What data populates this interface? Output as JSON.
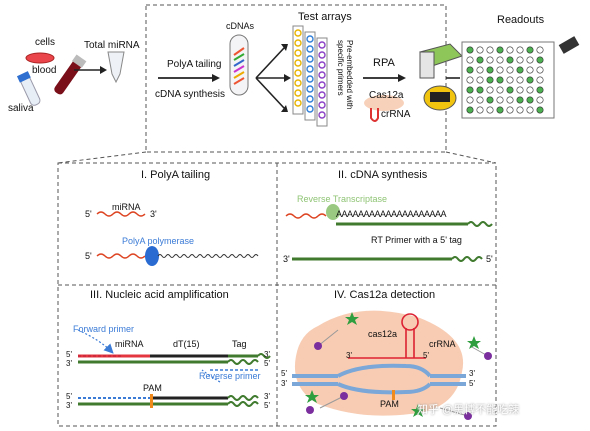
{
  "top": {
    "cells": "cells",
    "blood": "blood",
    "saliva": "saliva",
    "total_mirna": "Total miRNA",
    "polya_tailing": "PolyA tailing",
    "cdna_synthesis": "cDNA synthesis",
    "cdnas": "cDNAs",
    "test_arrays": "Test arrays",
    "pre_embedded": "Pre-embedded with specific primers",
    "rpa": "RPA",
    "cas12a": "Cas12a",
    "crrna": "crRNA",
    "readouts": "Readouts"
  },
  "panel1": {
    "title": "I. PolyA tailing",
    "mirna": "miRNA",
    "five": "5'",
    "three": "3'",
    "polymerase": "PolyA polymerase",
    "five_b": "5'"
  },
  "panel2": {
    "title": "II. cDNA synthesis",
    "rt": "Reverse Transcriptase",
    "polya": "AAAAAAAAAAAAAAAAAAAA",
    "primer": "RT Primer with a 5' tag",
    "three": "3'",
    "five": "5'"
  },
  "panel3": {
    "title": "III. Nucleic acid amplification",
    "forward": "Forward primer",
    "mirna": "miRNA",
    "dt": "dT(15)",
    "tag": "Tag",
    "reverse": "Reverse primer",
    "pam": "PAM",
    "five": "5'",
    "three": "3'"
  },
  "panel4": {
    "title": "IV. Cas12a detection",
    "cas12a": "cas12a",
    "crrna": "crRNA",
    "pam": "PAM",
    "three": "3'",
    "five": "5'"
  },
  "watermark": "知乎 @黑博不能吃辣"
}
